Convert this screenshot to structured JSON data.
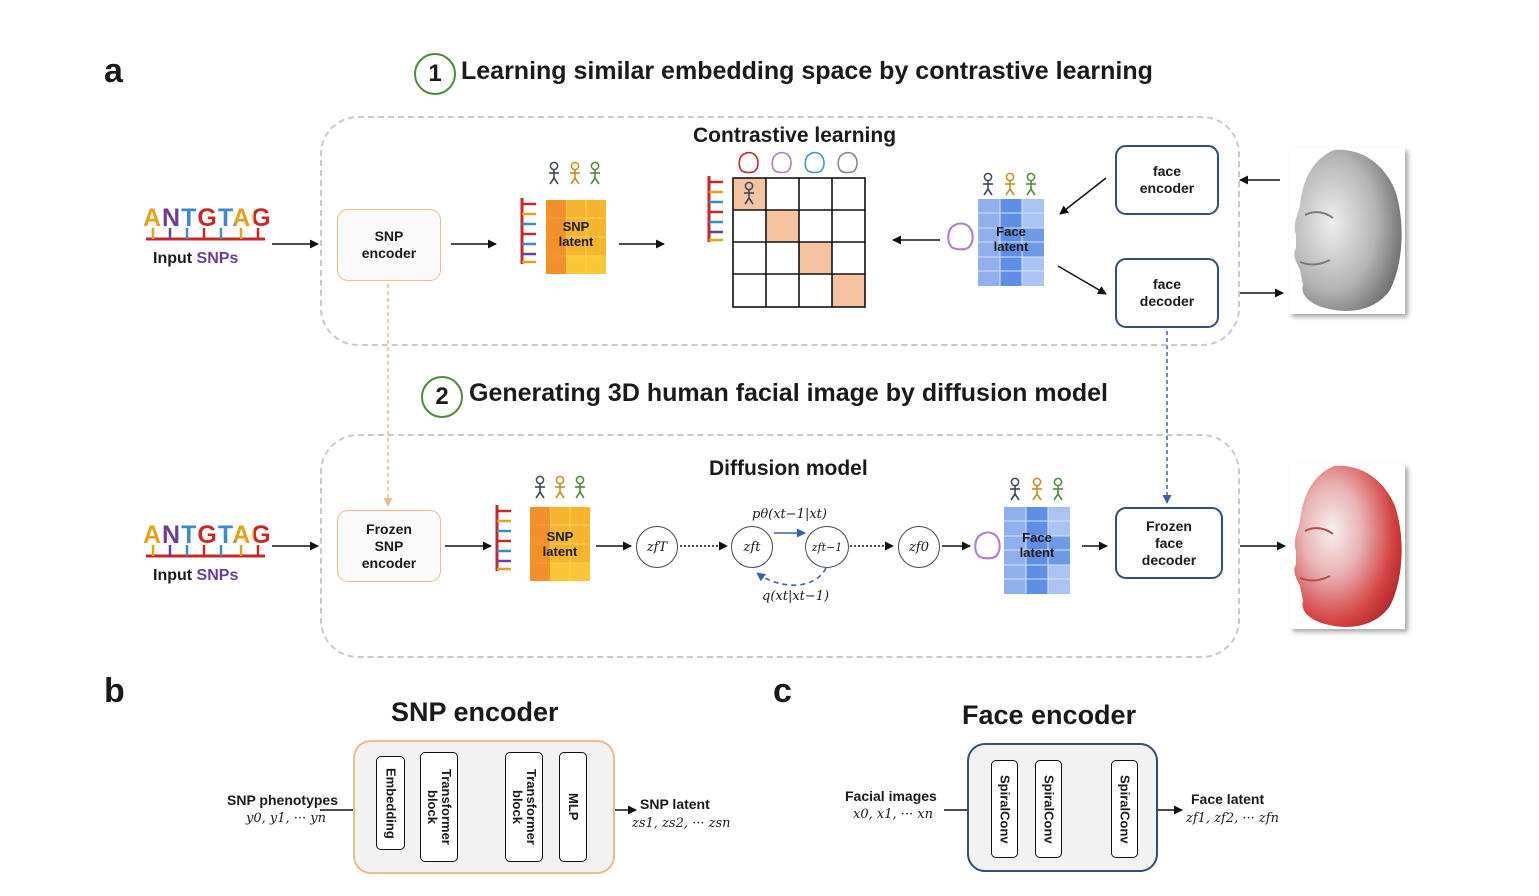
{
  "panels": {
    "a": "a",
    "b": "b",
    "c": "c"
  },
  "step1": {
    "num": "1",
    "title": "Learning similar embedding space by contrastive learning"
  },
  "step2": {
    "num": "2",
    "title": "Generating 3D human facial image by diffusion model"
  },
  "contrastive": {
    "label": "Contrastive learning",
    "sequence": "ANTGTAG",
    "input_prefix": "Input",
    "input_suffix": "SNPs",
    "snp_encoder_l1": "SNP",
    "snp_encoder_l2": "encoder",
    "snp_latent_l1": "SNP",
    "snp_latent_l2": "latent",
    "face_latent_l1": "Face",
    "face_latent_l2": "latent",
    "face_encoder_l1": "face",
    "face_encoder_l2": "encoder",
    "face_decoder_l1": "face",
    "face_decoder_l2": "decoder"
  },
  "diffusion": {
    "label": "Diffusion model",
    "sequence": "ANTGTAG",
    "input_prefix": "Input",
    "input_suffix": "SNPs",
    "frozen_snp_l1": "Frozen",
    "frozen_snp_l2": "SNP",
    "frozen_snp_l3": "encoder",
    "snp_latent_l1": "SNP",
    "snp_latent_l2": "latent",
    "face_latent_l1": "Face",
    "face_latent_l2": "latent",
    "frozen_face_l1": "Frozen",
    "frozen_face_l2": "face",
    "frozen_face_l3": "decoder",
    "forward_label": "pθ(xt−1|xt)",
    "reverse_label": "q(xt|xt−1)",
    "z_T": "zfT",
    "z_t": "zft",
    "z_t1": "zft−1",
    "z_0": "zf0"
  },
  "snp_encoder": {
    "title": "SNP encoder",
    "input_label": "SNP phenotypes",
    "input_vars": "y0, y1, ··· yn",
    "layer1": "Embedding",
    "layer2_l1": "Transformer",
    "layer2_l2": "block",
    "layer3_l1": "Transformer",
    "layer3_l2": "block",
    "layer4": "MLP",
    "output_label": "SNP latent",
    "output_vars": "zs1, zs2, ··· zsn"
  },
  "face_encoder": {
    "title": "Face encoder",
    "input_label": "Facial images",
    "input_vars": "x0, x1, ··· xn",
    "layer1": "SpiralConv",
    "layer2": "SpiralConv",
    "layer3": "SpiralConv",
    "output_label": "Face latent",
    "output_vars": "zf1, zf2, ··· zfn"
  },
  "colors": {
    "A": "#e3a21a",
    "N": "#6a3d9a",
    "T": "#3d8bcb",
    "G": "#c62828",
    "snp_encoder_border": "#f2b98c",
    "face_border": "#2f4f7f",
    "snp_latent": "#f6a623",
    "face_latent": "#6a95e0"
  }
}
